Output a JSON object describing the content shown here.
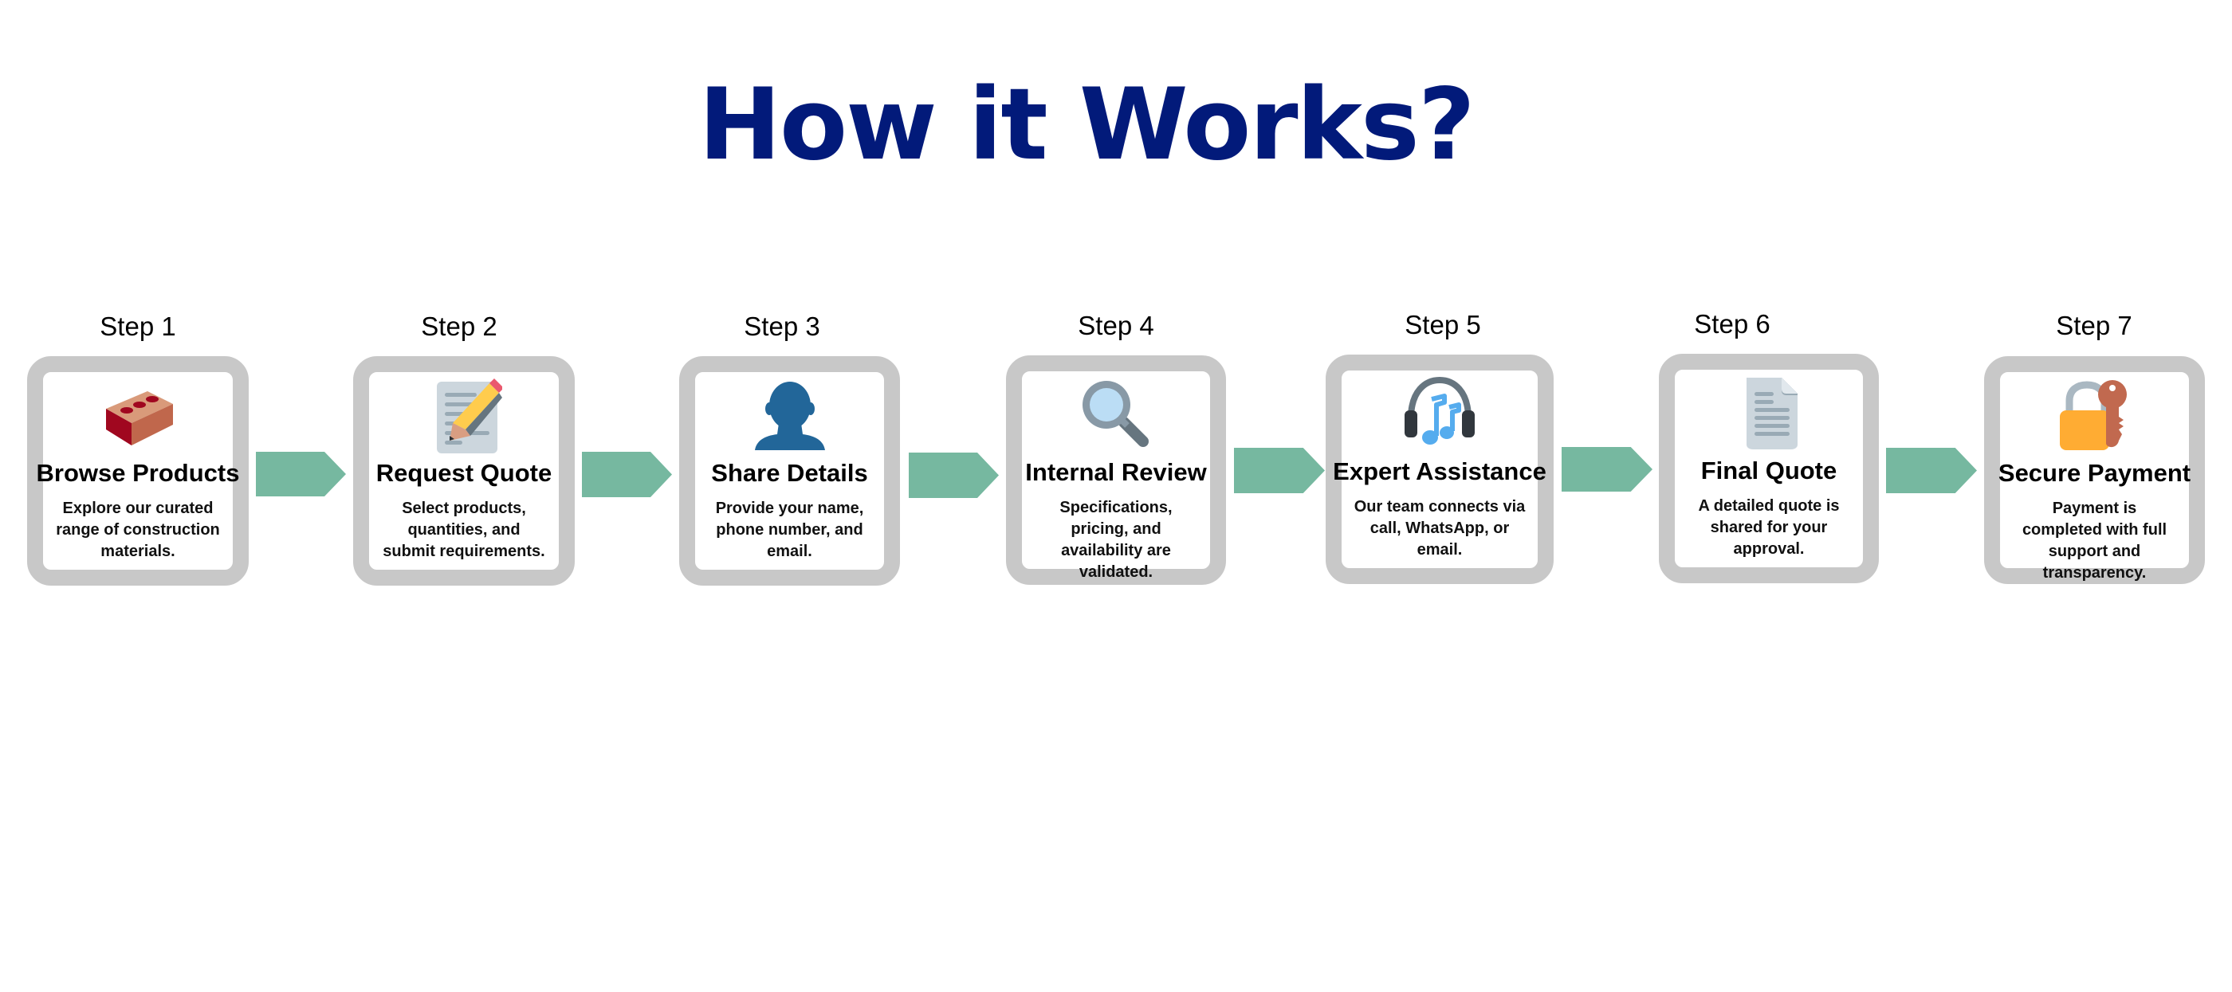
{
  "page": {
    "title": "How it Works?",
    "title_color": "#021a7a",
    "card_border_color": "#c8c8c8",
    "arrow_color": "#76b8a0"
  },
  "steps": [
    {
      "label": "Step 1",
      "icon": "brick-icon",
      "title": "Browse Products",
      "description": "Explore our curated range of construction materials."
    },
    {
      "label": "Step 2",
      "icon": "memo-pencil-icon",
      "title": "Request Quote",
      "description": "Select products, quantities, and submit requirements."
    },
    {
      "label": "Step 3",
      "icon": "user-silhouette-icon",
      "title": "Share Details",
      "description": "Provide your name, phone number, and email."
    },
    {
      "label": "Step 4",
      "icon": "magnifying-glass-icon",
      "title": "Internal Review",
      "description": "Specifications, pricing, and availability are validated."
    },
    {
      "label": "Step 5",
      "icon": "headphones-music-icon",
      "title": "Expert Assistance",
      "description": "Our team connects via call, WhatsApp, or email."
    },
    {
      "label": "Step 6",
      "icon": "document-icon",
      "title": "Final Quote",
      "description": "A detailed quote is shared for your approval."
    },
    {
      "label": "Step 7",
      "icon": "lock-with-key-icon",
      "title": "Secure Payment",
      "description": "Payment is completed with full support and transparency."
    }
  ]
}
